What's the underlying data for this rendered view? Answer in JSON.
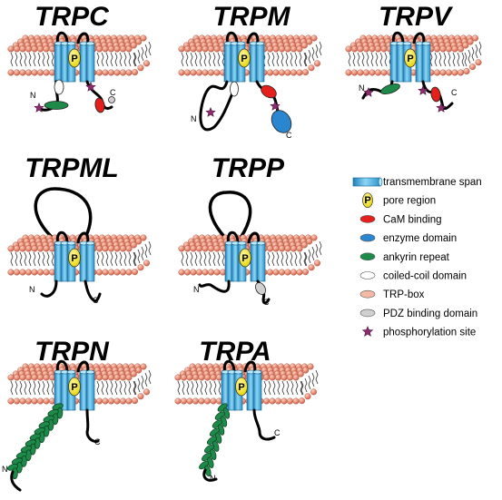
{
  "families": [
    {
      "id": "trpc",
      "name": "TRPC"
    },
    {
      "id": "trpm",
      "name": "TRPM"
    },
    {
      "id": "trpv",
      "name": "TRPV"
    },
    {
      "id": "trpml",
      "name": "TRPML"
    },
    {
      "id": "trpp",
      "name": "TRPP"
    },
    {
      "id": "trpn",
      "name": "TRPN"
    },
    {
      "id": "trpa",
      "name": "TRPA"
    }
  ],
  "terminus": {
    "n": "N",
    "c": "C"
  },
  "pore_symbol": "P",
  "legend": [
    {
      "id": "transmembrane-span",
      "label": "transmembrane span",
      "icon": "cylinder",
      "color": "#4fb8e8"
    },
    {
      "id": "pore-region",
      "label": "pore region",
      "icon": "pore",
      "color": "#f4e81e"
    },
    {
      "id": "cam-binding",
      "label": "CaM  binding",
      "icon": "ellipse",
      "color": "#e5201c"
    },
    {
      "id": "enzyme-domain",
      "label": "enzyme domain",
      "icon": "ellipse",
      "color": "#2b86d0"
    },
    {
      "id": "ankyrin-repeat",
      "label": "ankyrin repeat",
      "icon": "ellipse",
      "color": "#1e8a4a"
    },
    {
      "id": "coiled-coil-domain",
      "label": "coiled-coil domain",
      "icon": "ellipse",
      "color": "#ffffff"
    },
    {
      "id": "trp-box",
      "label": "TRP-box",
      "icon": "ellipse",
      "color": "#f3b9a4"
    },
    {
      "id": "pdz-binding-domain",
      "label": "PDZ binding domain",
      "icon": "ellipse",
      "color": "#d0d0d0"
    },
    {
      "id": "phosphorylation-site",
      "label": "phosphorylation site",
      "icon": "star",
      "color": "#8c2a6e"
    }
  ]
}
